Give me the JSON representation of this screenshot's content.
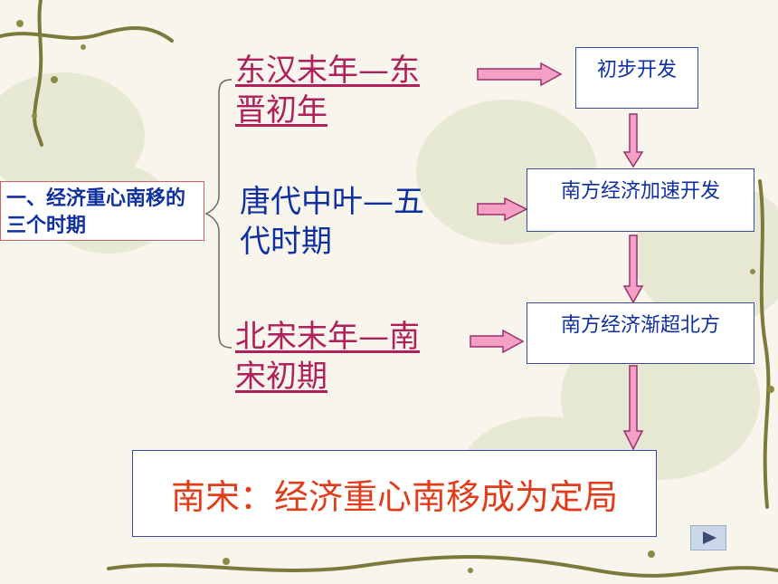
{
  "title": "一、经济重心南移的三个时期",
  "periods": [
    {
      "text": "东汉末年—东晋初年",
      "line1": "东汉末年—东",
      "line2": "晋初年",
      "stage": "初步开发"
    },
    {
      "text": "唐代中叶—五代时期",
      "line1": "唐代中叶—五",
      "line2": "代时期",
      "stage": "南方经济加速开发"
    },
    {
      "text": "北宋末年—南宋初期",
      "line1": "北宋末年—南",
      "line2": "宋初期",
      "stage": "南方经济渐超北方"
    }
  ],
  "result": "南宋：经济重心南移成为定局",
  "colors": {
    "link": "#b0205a",
    "text_blue": "#1030a0",
    "result_red": "#e23c1a",
    "arrow_fill": "#f3a0c4",
    "arrow_stroke": "#9a3070",
    "vine": "#7b7a3a"
  },
  "icons": {
    "next": "next-slide-icon"
  }
}
